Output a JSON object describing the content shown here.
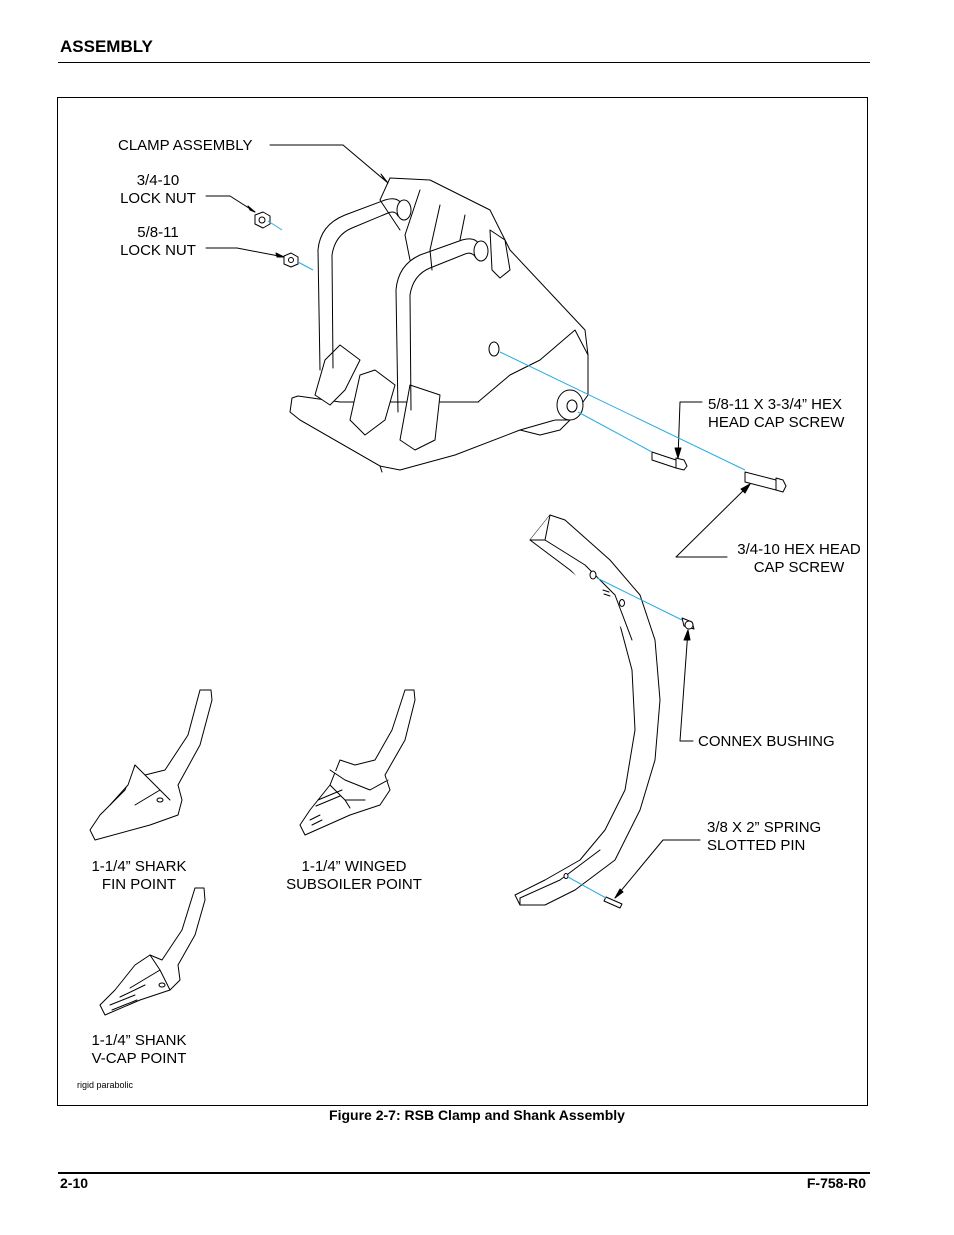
{
  "header": {
    "section_title": "ASSEMBLY"
  },
  "labels": {
    "clamp_assembly": "CLAMP ASSEMBLY",
    "lock_nut_34_l1": "3/4-10",
    "lock_nut_34_l2": "LOCK NUT",
    "lock_nut_58_l1": "5/8-11",
    "lock_nut_58_l2": "LOCK NUT",
    "hex_cap_58_l1": "5/8-11 X 3-3/4” HEX",
    "hex_cap_58_l2": "HEAD CAP SCREW",
    "hex_cap_34_l1": "3/4-10 HEX HEAD",
    "hex_cap_34_l2": "CAP SCREW",
    "connex_bushing": "CONNEX BUSHING",
    "spring_pin_l1": "3/8 X 2” SPRING",
    "spring_pin_l2": "SLOTTED  PIN",
    "shark_l1": "1-1/4” SHARK",
    "shark_l2": "FIN POINT",
    "winged_l1": "1-1/4” WINGED",
    "winged_l2": "SUBSOILER POINT",
    "vcap_l1": "1-1/4” SHANK",
    "vcap_l2": "V-CAP POINT",
    "drawing_id": "rigid parabolic"
  },
  "caption": "Figure 2-7:  RSB Clamp and Shank Assembly",
  "footer": {
    "page_number": "2-10",
    "doc_number": "F-758-R0"
  },
  "colors": {
    "line": "#000000",
    "alignment_line": "#29abe2"
  }
}
